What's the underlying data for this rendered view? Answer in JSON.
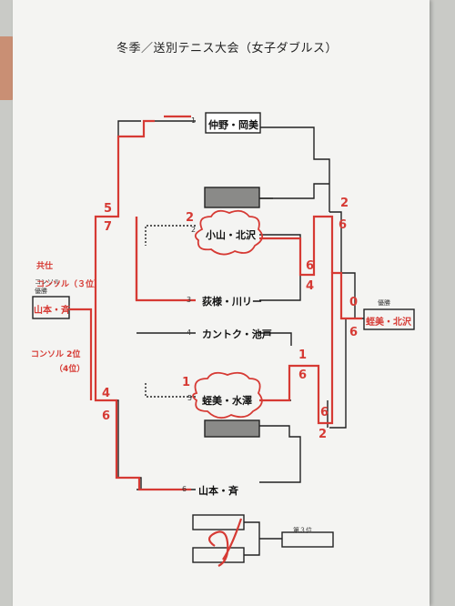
{
  "title": "冬季／送別テニス大会（女子ダブルス）",
  "players": {
    "p1": {
      "seed": "1",
      "name": "仲野・岡美"
    },
    "p2": {
      "seed": "2",
      "name": "小山・北沢"
    },
    "p3": {
      "seed": "3",
      "name": "荻様・川リー"
    },
    "p4": {
      "seed": "4",
      "name": "カントク・池戸"
    },
    "p5": {
      "seed": "5",
      "name": "蛭美・水澤"
    },
    "p6": {
      "seed": "6",
      "name": "山本・斉"
    }
  },
  "champion": {
    "label": "優勝",
    "name": "蛭美・北沢"
  },
  "consolation": {
    "label": "コンソル\n優勝",
    "name": "山本・斉"
  },
  "third_place_label": "第３位",
  "notes": {
    "win": "共仕",
    "cons3": "コンソル（３位）",
    "cons2": "コンソル 2位",
    "fourth": "（4位）"
  },
  "scores": {
    "s5": "5",
    "s7": "7",
    "s4": "4",
    "s6a": "6",
    "s2a": "2",
    "s6b": "6",
    "s4b": "4",
    "s1": "1",
    "s6c": "6",
    "s2b": "2",
    "s6d": "6",
    "s6e": "6",
    "s2c": "2",
    "s0": "0",
    "s6f": "6"
  }
}
